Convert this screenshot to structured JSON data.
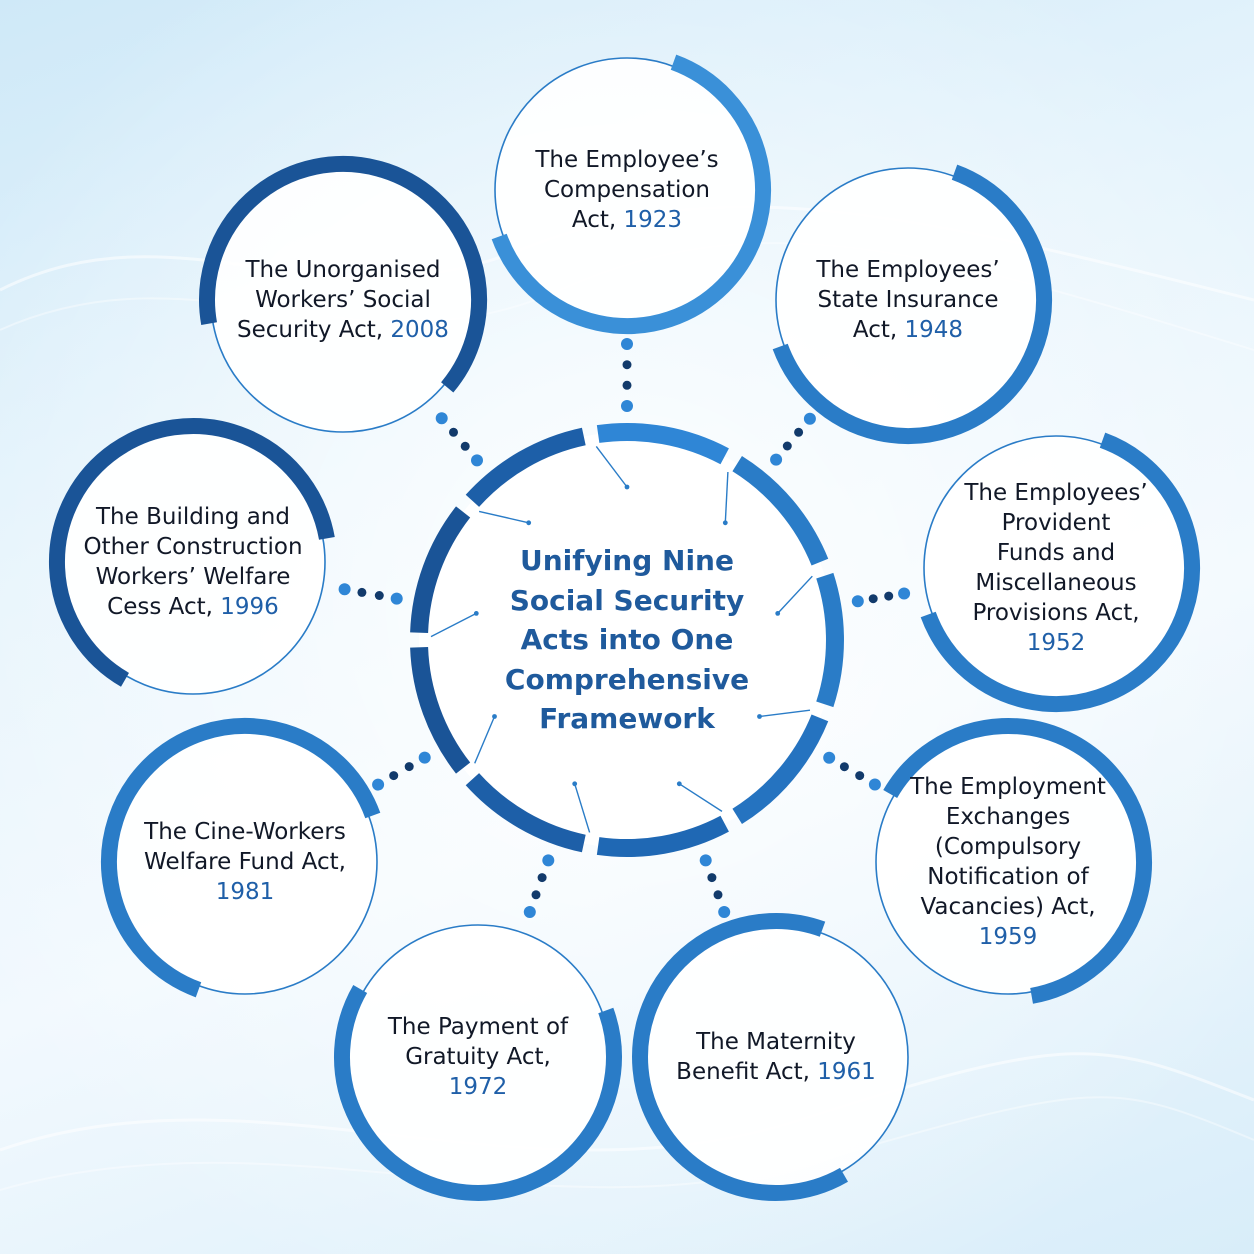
{
  "center": {
    "title_lines": [
      "Unifying Nine",
      "Social Security",
      "Acts into One",
      "Comprehensive",
      "Framework"
    ]
  },
  "acts": [
    {
      "name_lines": [
        "The Employee’s",
        "Compensation",
        "Act, "
      ],
      "year": "1923"
    },
    {
      "name_lines": [
        "The Employees’",
        "State Insurance",
        "Act, "
      ],
      "year": "1948"
    },
    {
      "name_lines": [
        "The Employees’",
        "Provident",
        "Funds and",
        "Miscellaneous",
        "Provisions Act,"
      ],
      "year": "1952"
    },
    {
      "name_lines": [
        "The Employment",
        "Exchanges",
        "(Compulsory",
        "Notification of",
        "Vacancies) Act,"
      ],
      "year": "1959"
    },
    {
      "name_lines": [
        "The Maternity",
        "Benefit Act, "
      ],
      "year": "1961"
    },
    {
      "name_lines": [
        "The Payment of",
        "Gratuity Act,"
      ],
      "year": "1972"
    },
    {
      "name_lines": [
        "The Cine-Workers",
        "Welfare Fund Act,"
      ],
      "year": "1981"
    },
    {
      "name_lines": [
        "The Building and",
        "Other Construction",
        "Workers’ Welfare",
        "Cess Act, "
      ],
      "year": "1996"
    },
    {
      "name_lines": [
        "The Unorganised",
        "Workers’ Social",
        "Security Act, "
      ],
      "year": "2008"
    }
  ],
  "colors": {
    "ring_dark": "#1a5497",
    "ring_mid": "#2a7cc7",
    "ring_light": "#3a90d8",
    "circle_fill": "#ffffff",
    "dots": "#123a6b",
    "dots_light": "#2f86d6",
    "center_text": "#1f5a9c",
    "year_text": "#1f5fa8"
  }
}
